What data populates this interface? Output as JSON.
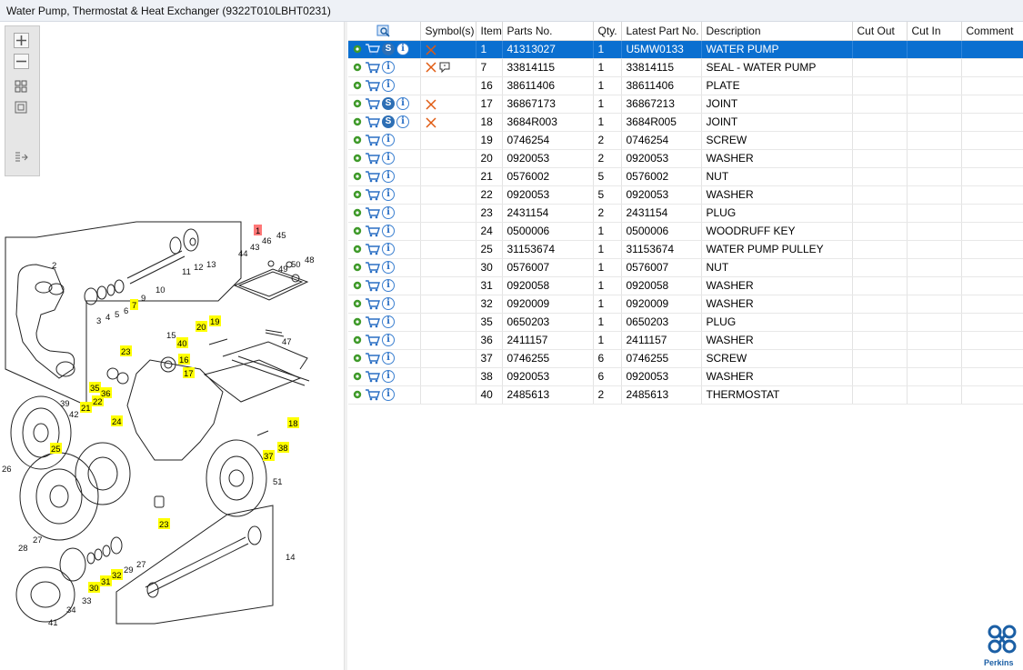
{
  "window": {
    "title": "Water Pump, Thermostat & Heat Exchanger (9322T010LBHT0231)"
  },
  "zoom_tools": [
    "zoom-in",
    "zoom-out",
    "fit-all",
    "fit-page",
    "toggle-panel"
  ],
  "columns": {
    "symbols": "Symbol(s)",
    "item": "Item",
    "parts_no": "Parts No.",
    "qty": "Qty.",
    "latest": "Latest Part No.",
    "description": "Description",
    "cut_out": "Cut Out",
    "cut_in": "Cut In",
    "comment": "Comment"
  },
  "rows": [
    {
      "item": "1",
      "parts_no": "41313027",
      "qty": "1",
      "latest": "U5MW0133",
      "description": "WATER PUMP",
      "s": true,
      "x": true,
      "note": false,
      "selected": true
    },
    {
      "item": "7",
      "parts_no": "33814115",
      "qty": "1",
      "latest": "33814115",
      "description": "SEAL - WATER PUMP",
      "s": false,
      "x": true,
      "note": true,
      "selected": false
    },
    {
      "item": "16",
      "parts_no": "38611406",
      "qty": "1",
      "latest": "38611406",
      "description": "PLATE",
      "s": false,
      "x": false,
      "note": false,
      "selected": false
    },
    {
      "item": "17",
      "parts_no": "36867173",
      "qty": "1",
      "latest": "36867213",
      "description": "JOINT",
      "s": true,
      "x": true,
      "note": false,
      "selected": false
    },
    {
      "item": "18",
      "parts_no": "3684R003",
      "qty": "1",
      "latest": "3684R005",
      "description": "JOINT",
      "s": true,
      "x": true,
      "note": false,
      "selected": false
    },
    {
      "item": "19",
      "parts_no": "0746254",
      "qty": "2",
      "latest": "0746254",
      "description": "SCREW",
      "s": false,
      "x": false,
      "note": false,
      "selected": false
    },
    {
      "item": "20",
      "parts_no": "0920053",
      "qty": "2",
      "latest": "0920053",
      "description": "WASHER",
      "s": false,
      "x": false,
      "note": false,
      "selected": false
    },
    {
      "item": "21",
      "parts_no": "0576002",
      "qty": "5",
      "latest": "0576002",
      "description": "NUT",
      "s": false,
      "x": false,
      "note": false,
      "selected": false
    },
    {
      "item": "22",
      "parts_no": "0920053",
      "qty": "5",
      "latest": "0920053",
      "description": "WASHER",
      "s": false,
      "x": false,
      "note": false,
      "selected": false
    },
    {
      "item": "23",
      "parts_no": "2431154",
      "qty": "2",
      "latest": "2431154",
      "description": "PLUG",
      "s": false,
      "x": false,
      "note": false,
      "selected": false
    },
    {
      "item": "24",
      "parts_no": "0500006",
      "qty": "1",
      "latest": "0500006",
      "description": "WOODRUFF KEY",
      "s": false,
      "x": false,
      "note": false,
      "selected": false
    },
    {
      "item": "25",
      "parts_no": "31153674",
      "qty": "1",
      "latest": "31153674",
      "description": "WATER PUMP PULLEY",
      "s": false,
      "x": false,
      "note": false,
      "selected": false
    },
    {
      "item": "30",
      "parts_no": "0576007",
      "qty": "1",
      "latest": "0576007",
      "description": "NUT",
      "s": false,
      "x": false,
      "note": false,
      "selected": false
    },
    {
      "item": "31",
      "parts_no": "0920058",
      "qty": "1",
      "latest": "0920058",
      "description": "WASHER",
      "s": false,
      "x": false,
      "note": false,
      "selected": false
    },
    {
      "item": "32",
      "parts_no": "0920009",
      "qty": "1",
      "latest": "0920009",
      "description": "WASHER",
      "s": false,
      "x": false,
      "note": false,
      "selected": false
    },
    {
      "item": "35",
      "parts_no": "0650203",
      "qty": "1",
      "latest": "0650203",
      "description": "PLUG",
      "s": false,
      "x": false,
      "note": false,
      "selected": false
    },
    {
      "item": "36",
      "parts_no": "2411157",
      "qty": "1",
      "latest": "2411157",
      "description": "WASHER",
      "s": false,
      "x": false,
      "note": false,
      "selected": false
    },
    {
      "item": "37",
      "parts_no": "0746255",
      "qty": "6",
      "latest": "0746255",
      "description": "SCREW",
      "s": false,
      "x": false,
      "note": false,
      "selected": false
    },
    {
      "item": "38",
      "parts_no": "0920053",
      "qty": "6",
      "latest": "0920053",
      "description": "WASHER",
      "s": false,
      "x": false,
      "note": false,
      "selected": false
    },
    {
      "item": "40",
      "parts_no": "2485613",
      "qty": "2",
      "latest": "2485613",
      "description": "THERMOSTAT",
      "s": false,
      "x": false,
      "note": false,
      "selected": false
    }
  ],
  "callouts_highlighted": [
    "1",
    "7",
    "16",
    "17",
    "18",
    "19",
    "20",
    "21",
    "22",
    "23",
    "23",
    "24",
    "25",
    "30",
    "31",
    "32",
    "35",
    "36",
    "37",
    "38",
    "40"
  ],
  "callouts_plain": [
    "2",
    "3",
    "4",
    "5",
    "6",
    "9",
    "10",
    "11",
    "12",
    "13",
    "14",
    "15",
    "26",
    "27",
    "27",
    "28",
    "29",
    "33",
    "34",
    "39",
    "41",
    "42",
    "43",
    "44",
    "45",
    "46",
    "47",
    "48",
    "49",
    "50",
    "51"
  ],
  "brand": {
    "name": "Perkins",
    "color": "#1b5fa5"
  },
  "colors": {
    "selected_row": "#0a6fd0",
    "callout_highlight": "#ffff00",
    "callout_selected": "#ff7777",
    "icon_green": "#3f9a2a",
    "cross_orange": "#e05a10"
  }
}
